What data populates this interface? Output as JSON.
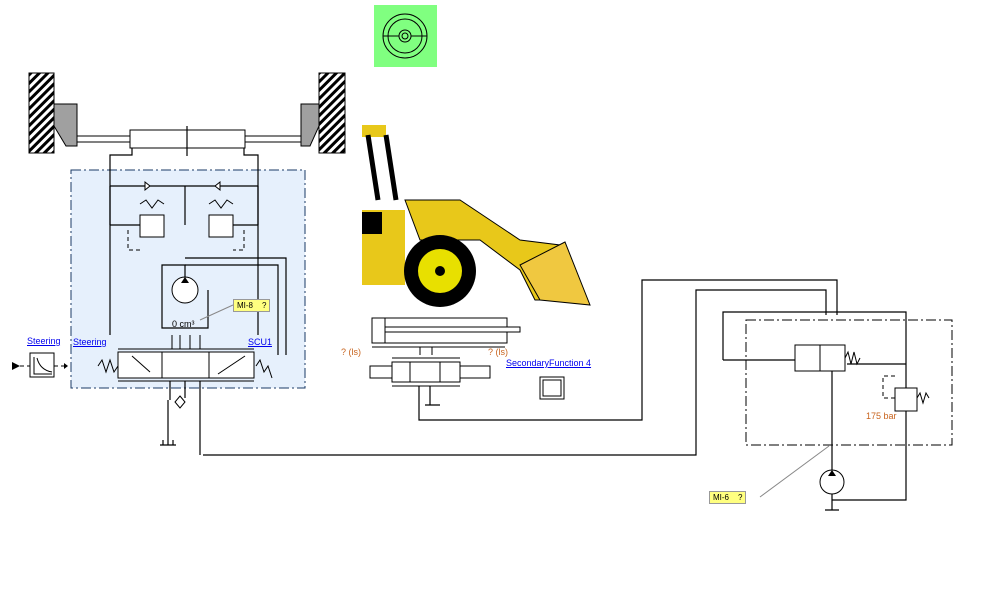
{
  "diagram": {
    "labels": {
      "steering_source": "Steering",
      "steering_scu": "Steering",
      "scu_name": "SCU1",
      "displacement": "0 cm³",
      "ls_left": "? (ls)",
      "ls_right": "? (ls)",
      "secondary_function": "SecondaryFunction 4",
      "relief_pressure": "175 bar"
    },
    "measure_notes": [
      {
        "id": "MI-8",
        "value": "?"
      },
      {
        "id": "MI-6",
        "value": "?"
      }
    ]
  },
  "colors": {
    "steering_icon_bg": "#80ff80",
    "scu_box_fill": "#e6f0fc",
    "loader_yellow": "#e8c81a",
    "note_yellow": "#ffff80",
    "link_blue": "#0000ee"
  },
  "icons": [
    "steering-wheel-icon",
    "wheel-icon",
    "loader-icon",
    "pump-icon",
    "motor-icon",
    "valve-icon",
    "cylinder-icon",
    "tank-icon",
    "signal-icon"
  ]
}
